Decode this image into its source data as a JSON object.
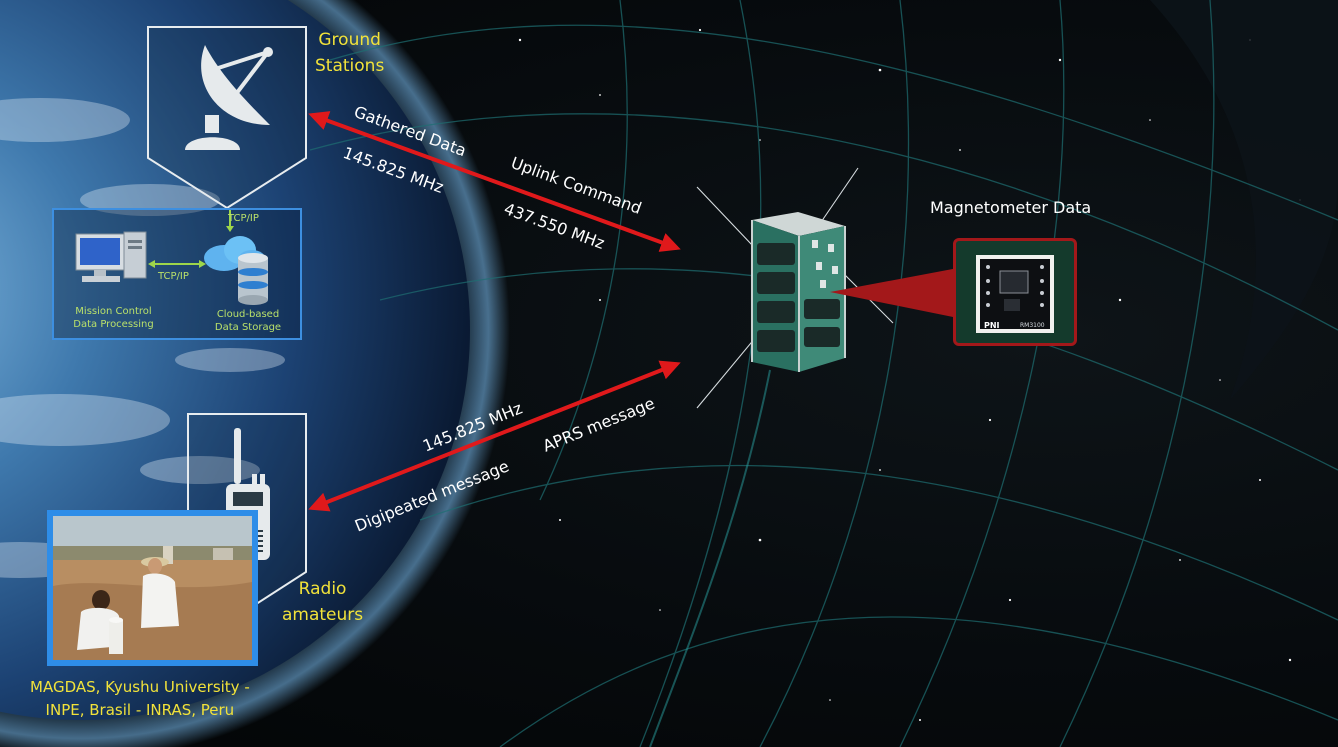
{
  "ground_stations": {
    "label": "Ground\nStations",
    "icon": "satellite-dish-icon"
  },
  "ground_network": {
    "link_top": "TCP/IP",
    "link_mid": "TCP/IP",
    "mission_control": "Mission Control\nData Processing",
    "cloud_storage": "Cloud-based\nData Storage"
  },
  "downlink_top": {
    "label_a": "Gathered Data",
    "freq_a": "145.825 MHz",
    "label_b": "Uplink Command",
    "freq_b": "437.550 MHz"
  },
  "radio_link": {
    "freq": "145.825 MHz",
    "label_a": "APRS message",
    "label_b": "Digipeated message"
  },
  "magnetometer": {
    "title": "Magnetometer Data",
    "chip_text": "RM3100",
    "brand": "PNI"
  },
  "radio_amateurs": {
    "label": "Radio\namateurs",
    "icon": "handheld-radio-icon"
  },
  "field_team": {
    "caption": "MAGDAS, Kyushu University -\nINPE, Brasil - INRAS, Peru"
  },
  "colors": {
    "accent_yellow": "#f1e23a",
    "link_green": "#9ed64a",
    "arrow_red": "#e0191b",
    "frame_blue": "#2e8de8"
  }
}
